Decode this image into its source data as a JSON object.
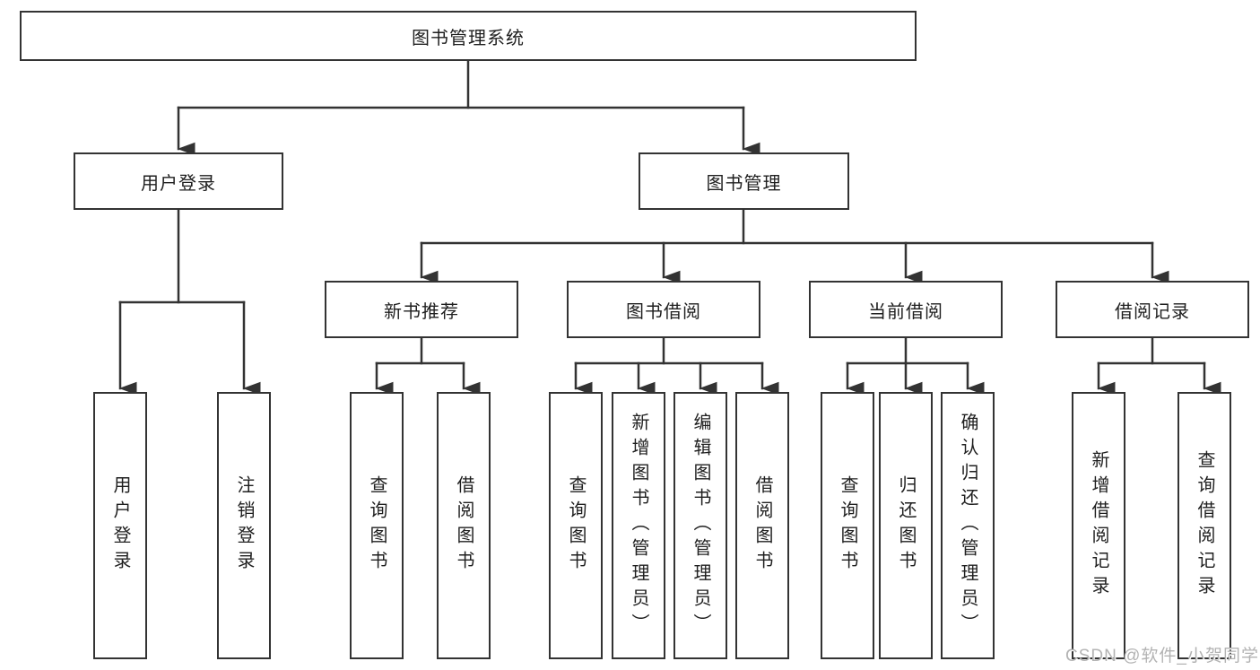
{
  "title": "图书管理系统",
  "watermark": "CSDN @软件_小贺同学",
  "colors": {
    "line": "#333333",
    "box_border": "#333333",
    "text": "#1f1f1f",
    "background": "#ffffff",
    "watermark": "#b3b3b3"
  },
  "tree": {
    "root": {
      "label": "图书管理系统"
    },
    "branches": [
      {
        "label": "用户登录",
        "children": [
          {
            "label": "用户登录"
          },
          {
            "label": "注销登录"
          }
        ]
      },
      {
        "label": "图书管理",
        "children": [
          {
            "label": "新书推荐",
            "children": [
              {
                "label": "查询图书"
              },
              {
                "label": "借阅图书"
              }
            ]
          },
          {
            "label": "图书借阅",
            "children": [
              {
                "label": "查询图书"
              },
              {
                "label": "新增图书（管理员）"
              },
              {
                "label": "编辑图书（管理员）"
              },
              {
                "label": "借阅图书"
              }
            ]
          },
          {
            "label": "当前借阅",
            "children": [
              {
                "label": "查询图书"
              },
              {
                "label": "归还图书"
              },
              {
                "label": "确认归还（管理员）"
              }
            ]
          },
          {
            "label": "借阅记录",
            "children": [
              {
                "label": "新增借阅记录"
              },
              {
                "label": "查询借阅记录"
              }
            ]
          }
        ]
      }
    ]
  }
}
